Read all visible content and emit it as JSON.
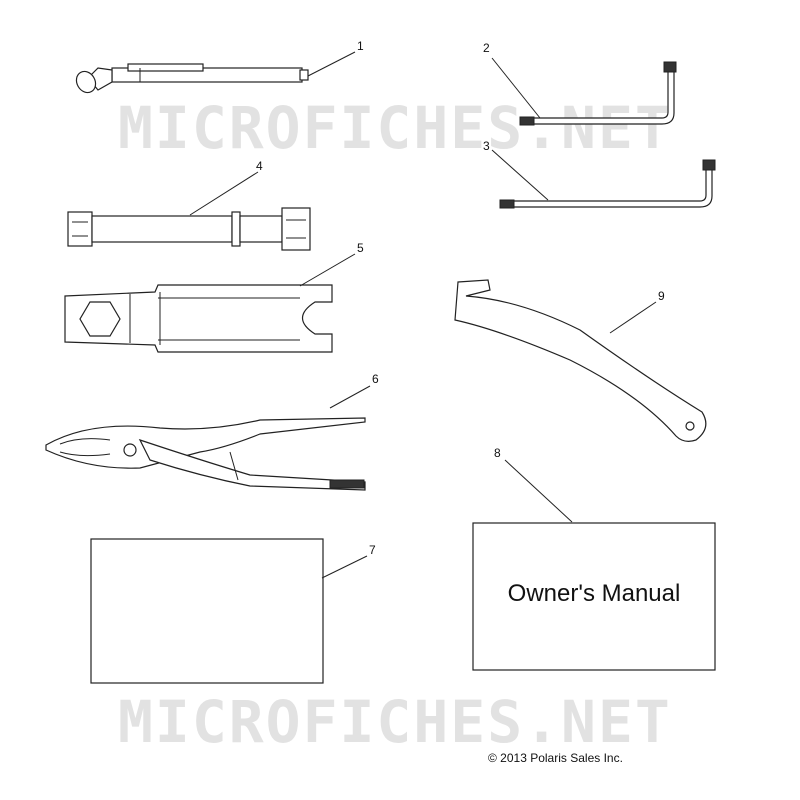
{
  "watermark": {
    "text": "MICROFICHES.NET"
  },
  "callouts": [
    "1",
    "2",
    "3",
    "4",
    "5",
    "6",
    "7",
    "8",
    "9"
  ],
  "manual": {
    "label": "Owner's Manual"
  },
  "copyright": "© 2013 Polaris Sales Inc."
}
